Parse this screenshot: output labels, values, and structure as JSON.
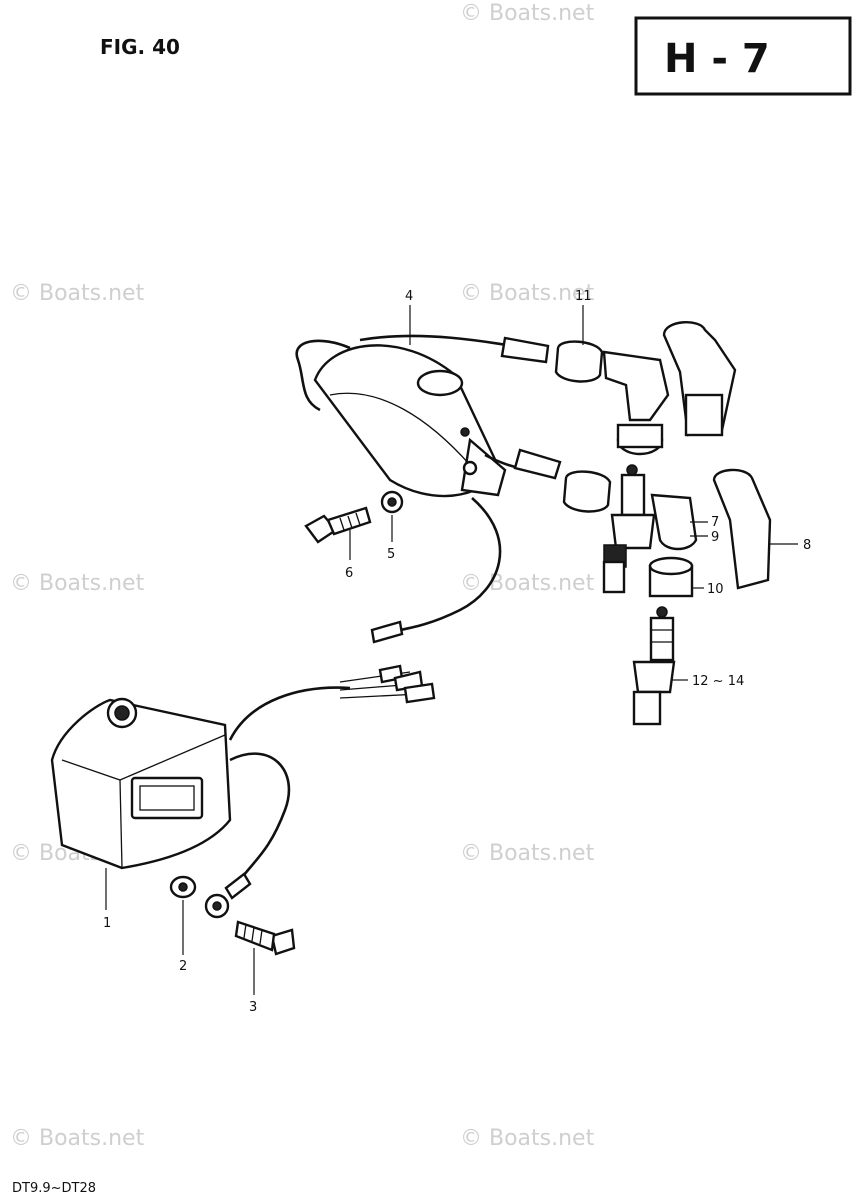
{
  "header": {
    "figure": "FIG. 40",
    "section_code": "H - 7"
  },
  "footer": {
    "model_range": "DT9.9~DT28"
  },
  "watermark": "© Boats.net",
  "callouts": [
    {
      "id": "c1",
      "text": "1"
    },
    {
      "id": "c2",
      "text": "2"
    },
    {
      "id": "c3",
      "text": "3"
    },
    {
      "id": "c4",
      "text": "4"
    },
    {
      "id": "c5",
      "text": "5"
    },
    {
      "id": "c6",
      "text": "6"
    },
    {
      "id": "c7",
      "text": "7"
    },
    {
      "id": "c8",
      "text": "8"
    },
    {
      "id": "c9",
      "text": "9"
    },
    {
      "id": "c10",
      "text": "10"
    },
    {
      "id": "c11",
      "text": "11"
    },
    {
      "id": "c12",
      "text": "12 ~ 14"
    }
  ]
}
